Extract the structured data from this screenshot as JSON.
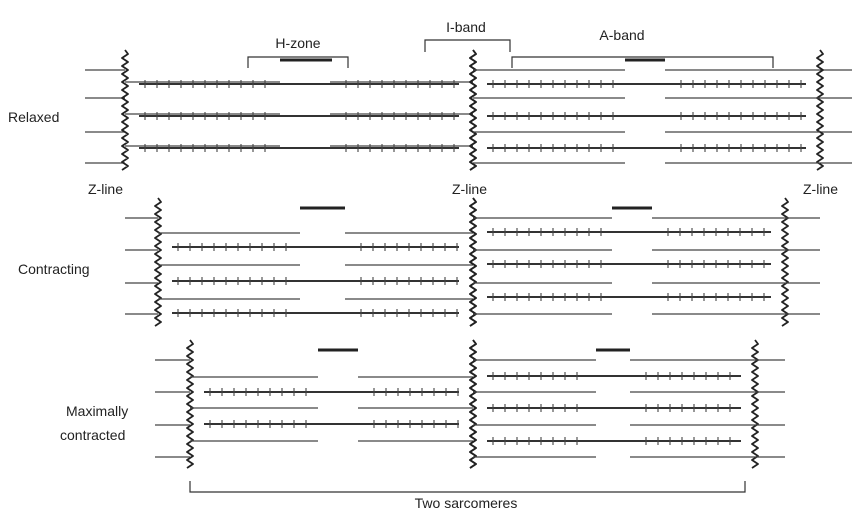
{
  "labels": {
    "relaxed": "Relaxed",
    "contracting": "Contracting",
    "maximally_line1": "Maximally",
    "maximally_line2": "contracted",
    "h_zone": "H-zone",
    "i_band": "I-band",
    "a_band": "A-band",
    "z_line": "Z-line",
    "two_sarcomeres": "Two sarcomeres"
  }
}
